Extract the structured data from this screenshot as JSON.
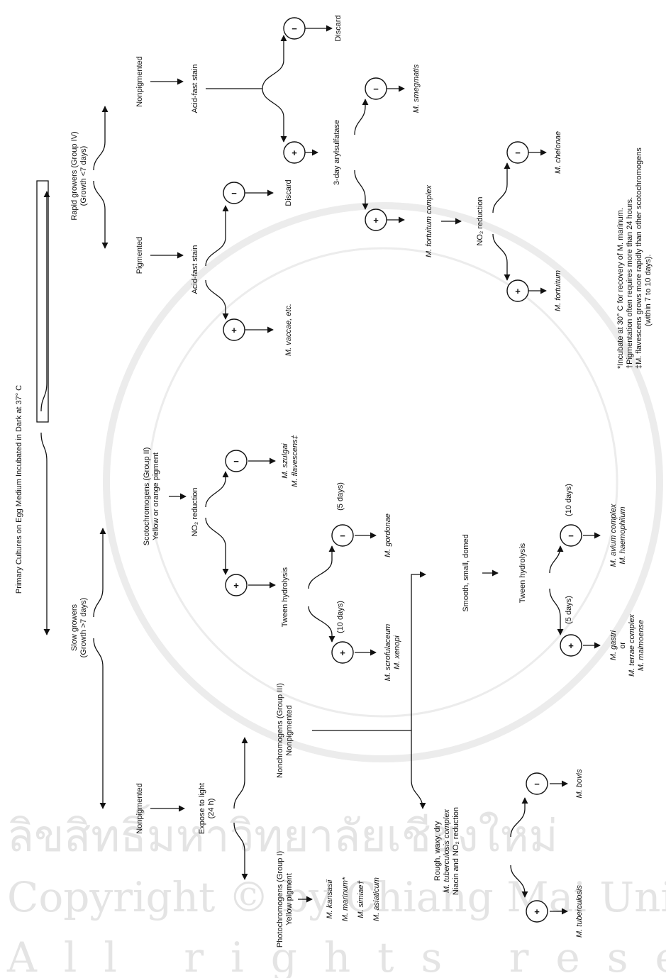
{
  "title": "Primary Cultures on Egg Medium Incubated in Dark at 37° C",
  "nodes": {
    "slow": "Slow growers",
    "slow2": "(Growth >7 days)",
    "rapid": "Rapid growers (Group IV)",
    "rapid2": "(Growth <7 days)",
    "slow_nonpig": "Nonpigmented",
    "expose": "Expose to light",
    "expose2": "(24 h)",
    "photo": "Photochromogens (Group I)",
    "photo2": "Yellow pigment",
    "kansasii": "M. kansasii",
    "marinum": "M. marinum*",
    "simiae": "M. simiae†",
    "asiaticum": "M. asiaticum",
    "nonchromo": "Nonchromogens (Group III)",
    "nonchromo2": "Nonpigmented",
    "scoto": "Scotochromogens (Group II)",
    "scoto2": "Yellow or orange pigment",
    "no2_scoto": "NO₂ reduction",
    "szulgai": "M. szulgai",
    "flavescens": "M. flavescens‡",
    "tween1": "Tween hydrolysis",
    "days10a": "(10 days)",
    "days5a": "(5 days)",
    "scrofulaceum": "M. scrofulaceum",
    "xenopi": "M. xenopi",
    "gordonae": "M. gordonae",
    "rough": "Rough, waxy, dry",
    "tbc": "M. tuberculosis complex",
    "niacin": "Niacin and NO₂ reduction",
    "tuberculosis": "M. tuberculosis",
    "bovis": "M. bovis",
    "smooth": "Smooth, small, domed",
    "tween2": "Tween hydrolysis",
    "days5b": "(5 days)",
    "days10b": "(10 days)",
    "gastri": "M. gastri",
    "or": "or",
    "terrae": "M. terrae complex",
    "malmoense": "M. malmoense",
    "avium": "M. avium complex",
    "haemophilum": "M. haemophilum",
    "pigmented": "Pigmented",
    "afs1": "Acid-fast stain",
    "vaccae": "M. vaccae, etc.",
    "discard1": "Discard",
    "rapid_nonpig": "Nonpigmented",
    "afs2": "Acid-fast stain",
    "discard2": "Discard",
    "aryl": "3-day arylsulfatase",
    "smegmatis": "M. smegmatis",
    "fortcomplex": "M. fortuitum complex",
    "no2_rapid": "NO₂ reduction",
    "fortuitum": "M. fortuitum",
    "chelonae": "M. chelonae"
  },
  "footnotes": [
    "*Incubate at 30° C for recovery of M. marinum.",
    "†Pigmentation often requires more than 24 hours.",
    "‡M. flavescens grows more rapidly than other scotochromogens",
    "(within 7 to 10 days)."
  ],
  "symbols": {
    "plus": "+",
    "minus": "−"
  },
  "watermark": [
    "ลิขสิทธิ์มหาวิทยาลัยเชียงใหม่",
    "Copyright © by Chiang Mai University",
    "All rights reserved"
  ],
  "colors": {
    "ink": "#111111",
    "watermark": "#e4e4e4",
    "background": "#ffffff"
  }
}
